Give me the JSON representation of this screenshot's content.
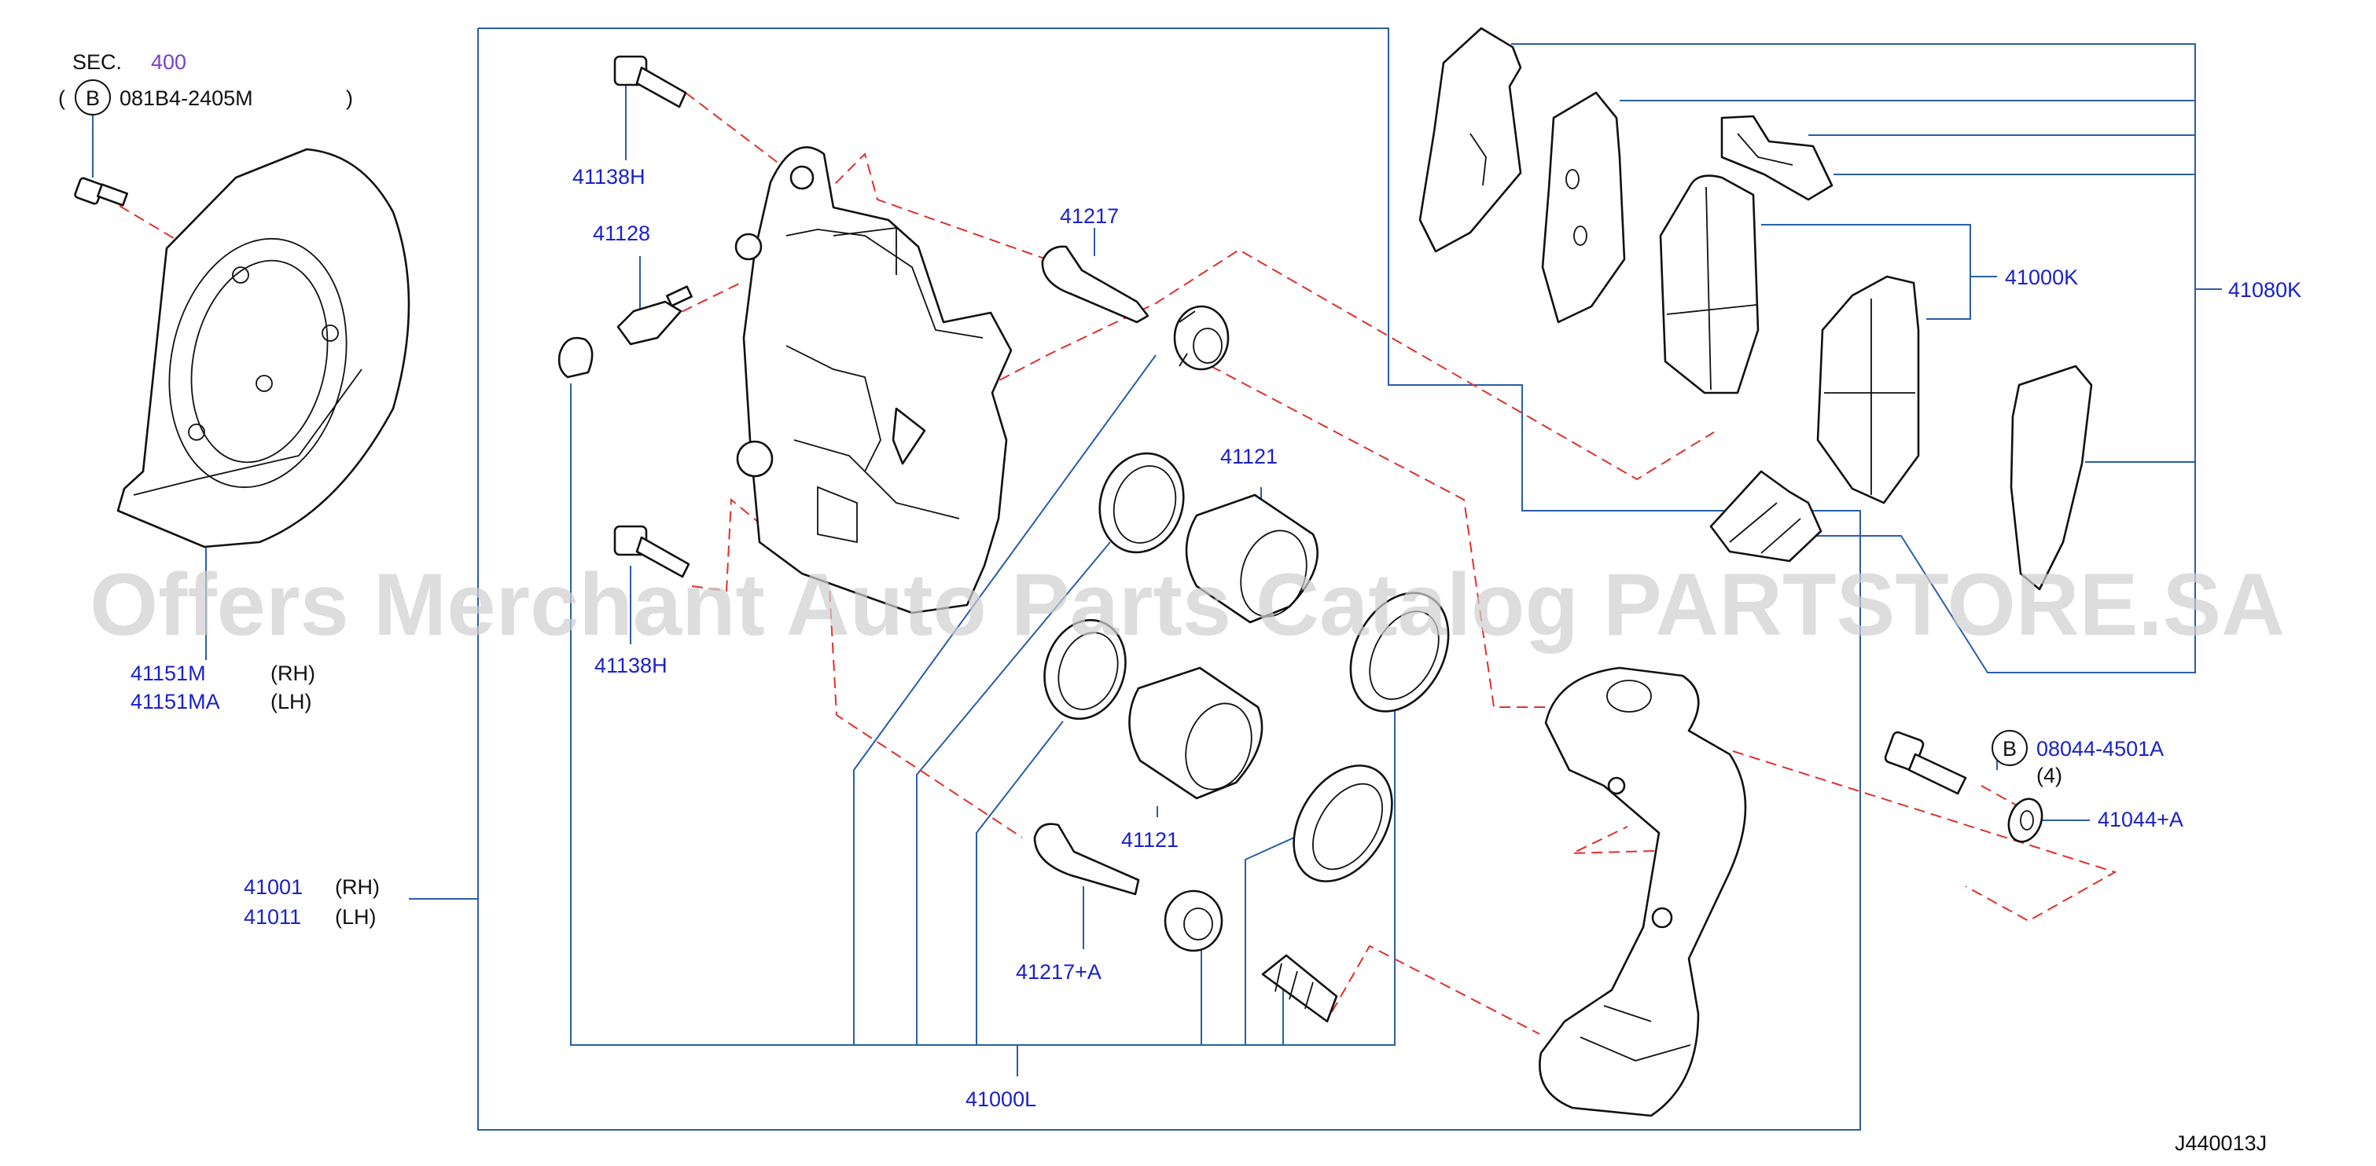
{
  "section": {
    "prefix": "SEC.",
    "number": "400"
  },
  "callouts": {
    "bolt_shield": "081B4-2405M",
    "bolt_bracket": "08044-4501A",
    "bolt_bracket_qty": "(4)",
    "circle_letter": "B"
  },
  "labels": {
    "p41138H_top": "41138H",
    "p41128": "41128",
    "p41217": "41217",
    "p41138H_bottom": "41138H",
    "p41151M": "41151M",
    "p41151M_side": "(RH)",
    "p41151MA": "41151MA",
    "p41151MA_side": "(LH)",
    "p41121_top": "41121",
    "p41121_bottom": "41121",
    "p41217A": "41217+A",
    "p41001": "41001",
    "p41001_side": "(RH)",
    "p41011": "41011",
    "p41011_side": "(LH)",
    "p41000L": "41000L",
    "p41000K": "41000K",
    "p41080K": "41080K",
    "p41044A": "41044+A"
  },
  "watermark": "Offers Merchant Auto Parts Catalog PARTSTORE.SA",
  "diagram_code": "J440013J",
  "colors": {
    "label": "#1a22c8",
    "leader": "#2a5ea8",
    "dashed": "#e0302c",
    "section": "#7b3fc8"
  }
}
